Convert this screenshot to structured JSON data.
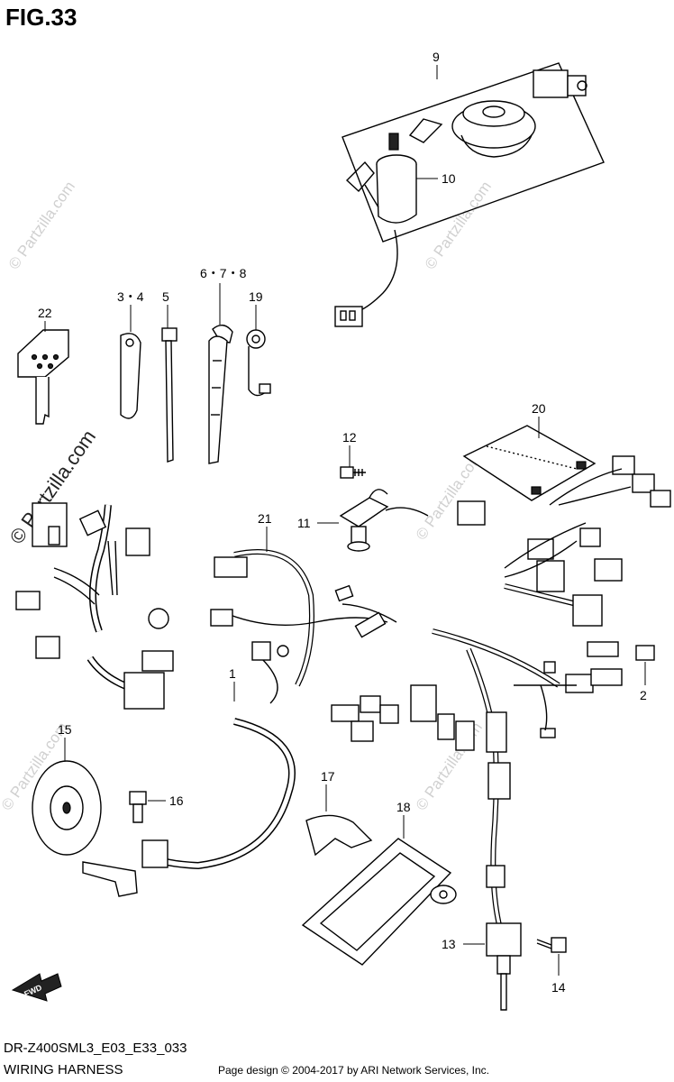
{
  "figure": {
    "title": "FIG.33"
  },
  "callouts": [
    {
      "id": "c1",
      "label": "1"
    },
    {
      "id": "c2",
      "label": "2"
    },
    {
      "id": "c3",
      "label": "3・4"
    },
    {
      "id": "c5",
      "label": "5"
    },
    {
      "id": "c6",
      "label": "6・7・8"
    },
    {
      "id": "c9",
      "label": "9"
    },
    {
      "id": "c10",
      "label": "10"
    },
    {
      "id": "c11",
      "label": "11"
    },
    {
      "id": "c12",
      "label": "12"
    },
    {
      "id": "c13",
      "label": "13"
    },
    {
      "id": "c14",
      "label": "14"
    },
    {
      "id": "c15",
      "label": "15"
    },
    {
      "id": "c16",
      "label": "16"
    },
    {
      "id": "c17",
      "label": "17"
    },
    {
      "id": "c18",
      "label": "18"
    },
    {
      "id": "c19",
      "label": "19"
    },
    {
      "id": "c20",
      "label": "20"
    },
    {
      "id": "c21",
      "label": "21"
    },
    {
      "id": "c22",
      "label": "22"
    }
  ],
  "watermark": "© Partzilla.com",
  "fwd_label": "FWD",
  "footer": {
    "model_code": "DR-Z400SML3_E03_E33_033",
    "diagram_name": "WIRING HARNESS",
    "copyright": "Page design © 2004-2017 by ARI Network Services, Inc."
  }
}
